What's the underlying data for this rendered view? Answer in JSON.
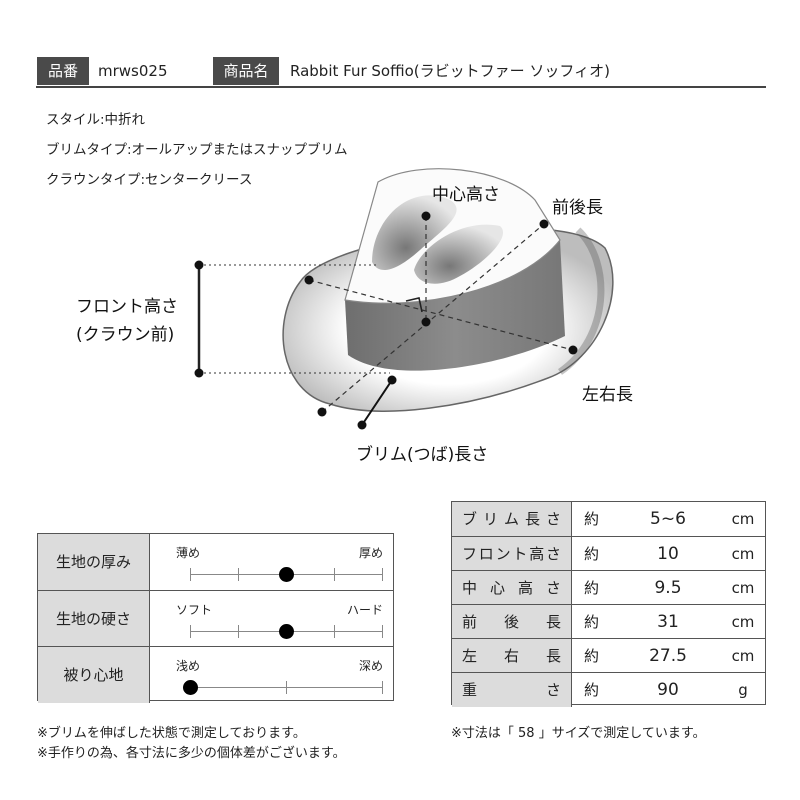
{
  "header": {
    "code_tag": "品番",
    "code_value": "mrws025",
    "name_tag": "商品名",
    "name_value": "Rabbit Fur Soffio(ラビットファー ソッフィオ)"
  },
  "specs": [
    "スタイル:中折れ",
    "ブリムタイプ:オールアップまたはスナップブリム",
    "クラウンタイプ:センタークリース"
  ],
  "diagram": {
    "center_height": "中心高さ",
    "front_back": "前後長",
    "front_height_line1": "フロント高さ",
    "front_height_line2": "(クラウン前)",
    "left_right": "左右長",
    "brim_length": "ブリム(つば)長さ"
  },
  "properties": [
    {
      "label": "生地の厚み",
      "min": "薄め",
      "max": "厚め",
      "ticks": 5,
      "level": 0.5
    },
    {
      "label": "生地の硬さ",
      "min": "ソフト",
      "max": "ハード",
      "ticks": 5,
      "level": 0.5
    },
    {
      "label": "被り心地",
      "min": "浅め",
      "max": "深め",
      "ticks": 3,
      "level": 0.0
    }
  ],
  "dimensions": [
    {
      "label": "ブリム長さ",
      "approx": "約",
      "value": "5~6",
      "unit": "cm"
    },
    {
      "label": "フロント高さ",
      "approx": "約",
      "value": "10",
      "unit": "cm"
    },
    {
      "label": "中心高さ",
      "approx": "約",
      "value": "9.5",
      "unit": "cm"
    },
    {
      "label": "前後長",
      "approx": "約",
      "value": "31",
      "unit": "cm"
    },
    {
      "label": "左右長",
      "approx": "約",
      "value": "27.5",
      "unit": "cm"
    },
    {
      "label": "重さ",
      "approx": "約",
      "value": "90",
      "unit": "g"
    }
  ],
  "notes": {
    "left_1": "※ブリムを伸ばした状態で測定しております。",
    "left_2": "※手作りの為、各寸法に多少の個体差がございます。",
    "right": "※寸法は「 58 」サイズで測定しています。"
  }
}
